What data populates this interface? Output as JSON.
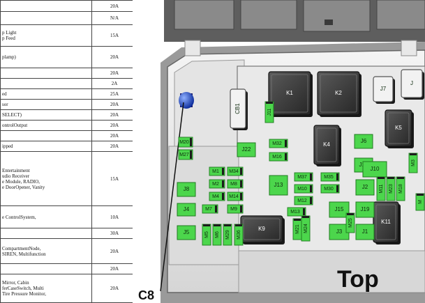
{
  "fuse_table": [
    {
      "desc": "",
      "amp": "20A"
    },
    {
      "desc": "",
      "amp": "N/A"
    },
    {
      "desc": "p Light\np Feed",
      "amp": "15A"
    },
    {
      "desc": "plamp)",
      "amp": "20A"
    },
    {
      "desc": "",
      "amp": "20A"
    },
    {
      "desc": "",
      "amp": "2A"
    },
    {
      "desc": "ed",
      "amp": "25A"
    },
    {
      "desc": "sor",
      "amp": "20A"
    },
    {
      "desc": "SELECT)",
      "amp": "20A"
    },
    {
      "desc": "ontrolOutput",
      "amp": "20A"
    },
    {
      "desc": "",
      "amp": "20A"
    },
    {
      "desc": "ipped",
      "amp": "20A"
    },
    {
      "desc": "Entertainment\nudio Receiver\ne Module, RADIO,\ne DoorOpener, Vanity",
      "amp": "15A"
    },
    {
      "desc": "e ControlSystem,",
      "amp": "10A"
    },
    {
      "desc": "",
      "amp": "30A"
    },
    {
      "desc": "CompartmentNode,\nSIREN, Multifunction",
      "amp": "20A"
    },
    {
      "desc": "",
      "amp": "20A"
    },
    {
      "desc": "Mirror, Cabin\nferCaseSwitch, Multi\nTire Pressure Monitor,",
      "amp": "20A"
    }
  ],
  "diagram": {
    "relays": [
      "CB1",
      "K1",
      "K2",
      "K4",
      "K5",
      "K9",
      "K11",
      "J7",
      "J"
    ],
    "fuses_lg": [
      "J22",
      "J8",
      "J4",
      "J5",
      "J13",
      "J6",
      "J14",
      "J10",
      "J2",
      "J15",
      "J19",
      "J3",
      "J1"
    ],
    "fuses_sm": [
      "M20",
      "M27",
      "M1",
      "M34",
      "M2",
      "M8",
      "M4",
      "M14",
      "M7",
      "M9",
      "M32",
      "M16",
      "M37",
      "M10",
      "M35",
      "M30",
      "M12",
      "M13",
      "M24",
      "M11",
      "M23",
      "M18",
      "M6",
      "M29",
      "M36",
      "M21",
      "M5",
      "J11",
      "M25",
      "M3",
      "M"
    ],
    "orientation_label": "Top",
    "callout_label": "C8"
  }
}
